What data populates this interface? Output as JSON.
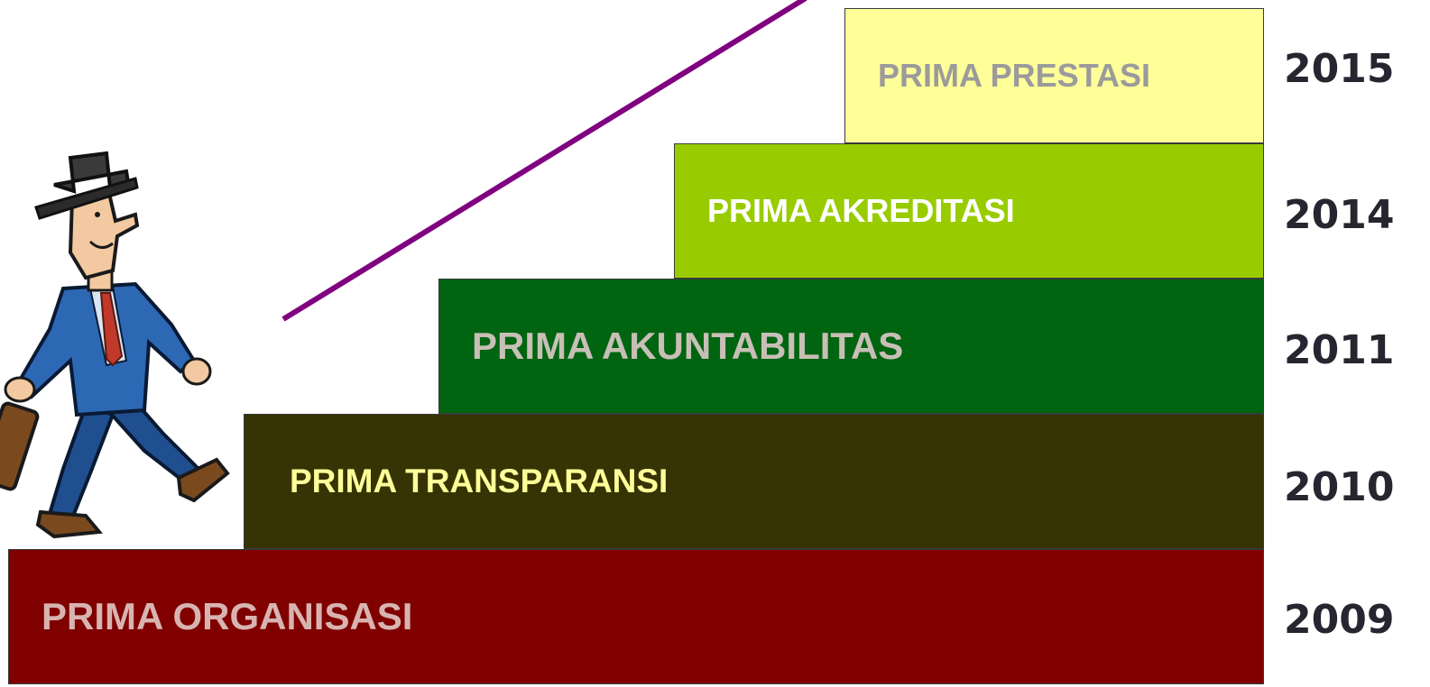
{
  "steps": [
    {
      "label": "PRIMA PRESTASI",
      "year": "2015",
      "bg": "#ffff99",
      "text": "#9b9b9b"
    },
    {
      "label": "PRIMA AKREDITASI",
      "year": "2014",
      "bg": "#99cc00",
      "text": "#ffffff"
    },
    {
      "label": "PRIMA AKUNTABILITAS",
      "year": "2011",
      "bg": "#006411",
      "text": "#c8bfb6"
    },
    {
      "label": "PRIMA TRANSPARANSI",
      "year": "2010",
      "bg": "#363304",
      "text": "#ffff99"
    },
    {
      "label": "PRIMA ORGANISASI",
      "year": "2009",
      "bg": "#800000",
      "text": "#d8b4b0"
    }
  ],
  "colors": {
    "arrow_line": "#800080",
    "year_text": "#262630"
  },
  "illustration": "businessman-walking-with-briefcase"
}
